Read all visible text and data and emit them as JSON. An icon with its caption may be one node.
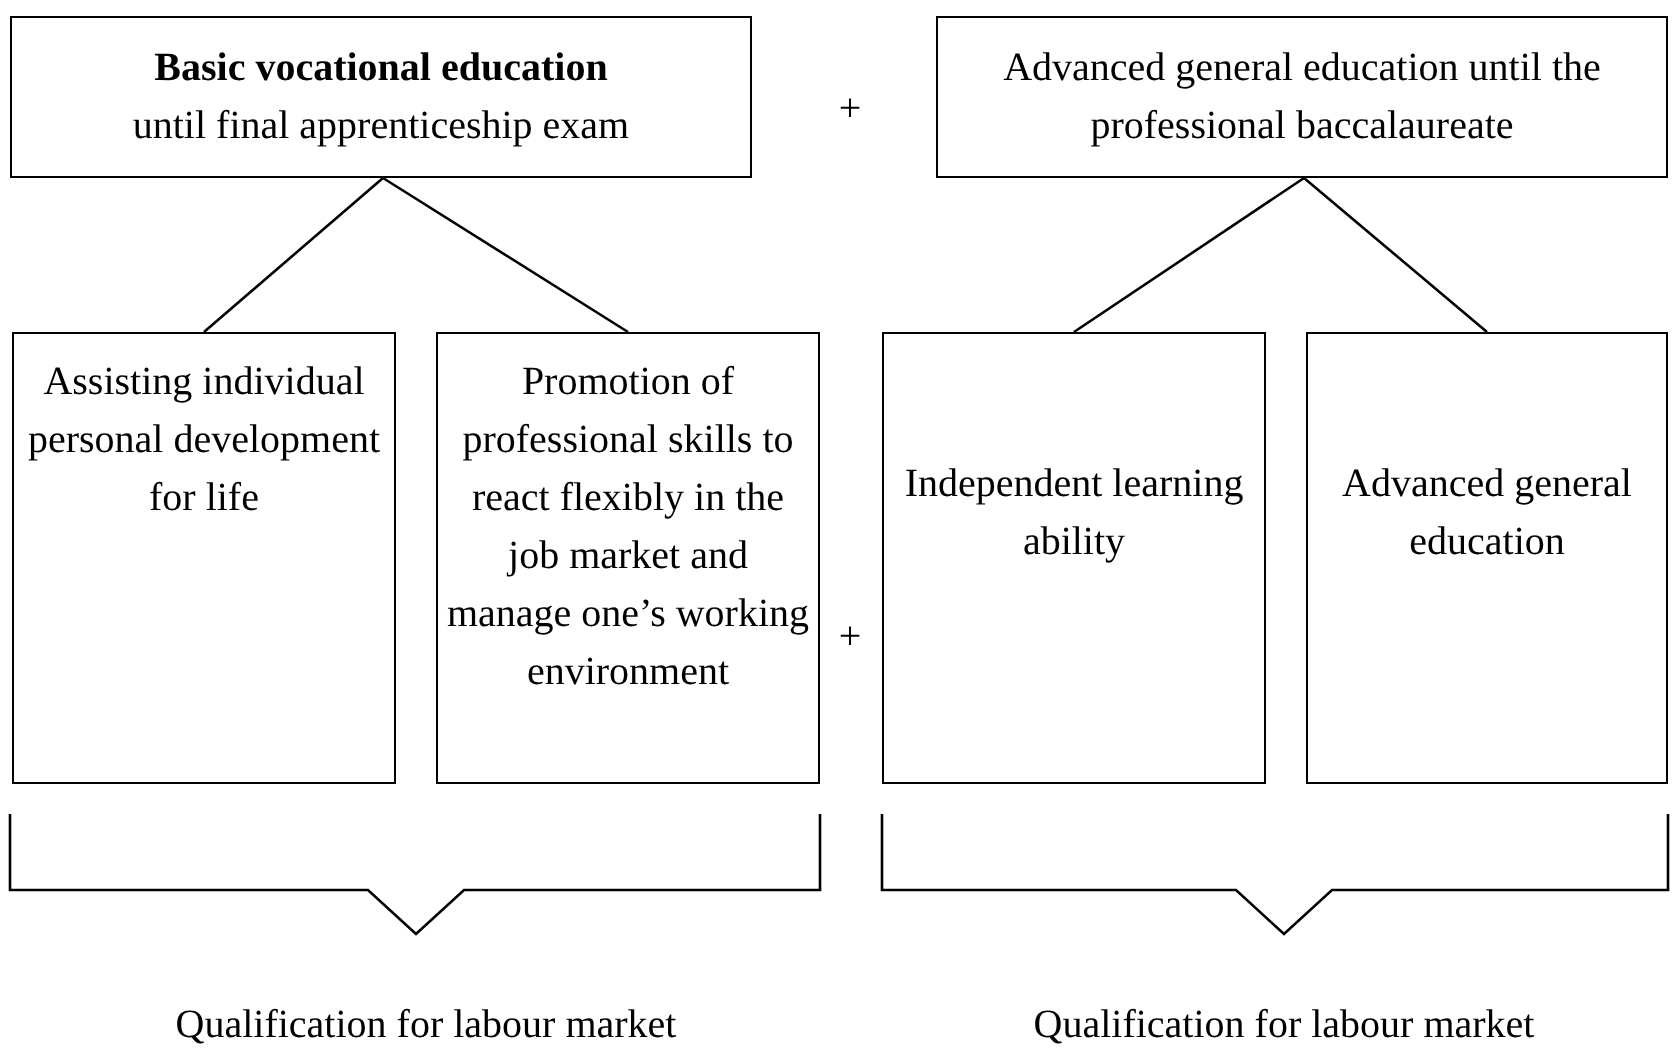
{
  "diagram": {
    "nodes": [
      {
        "text": [
          "Basic vocational education",
          "until final apprenticeship exam"
        ]
      },
      {
        "text": [
          "Advanced general education until the professional baccalaureate"
        ]
      },
      {
        "text": [
          "Assisting individual personal development for life"
        ]
      },
      {
        "text": [
          "Promotion of professional skills to react flexibly in the job market and manage one’s working environment"
        ]
      },
      {
        "text": [
          "Independent learning ability"
        ]
      },
      {
        "text": [
          "Advanced general education"
        ]
      }
    ],
    "edges": [
      {
        "from": 0,
        "to": 2,
        "arrow": "none"
      },
      {
        "from": 0,
        "to": 3,
        "arrow": "none"
      },
      {
        "from": 1,
        "to": 4,
        "arrow": "none"
      },
      {
        "from": 1,
        "to": 5,
        "arrow": "none"
      }
    ],
    "labels": [
      "+",
      "+",
      "Qualification for labour market",
      "Qualification for labour market"
    ]
  }
}
